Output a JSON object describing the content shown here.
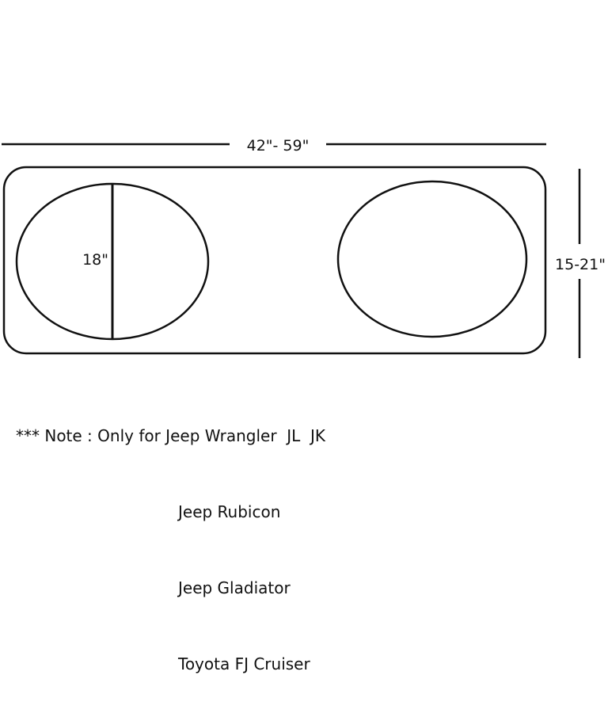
{
  "dimensions": {
    "length_label": "42\"- 59\"",
    "height_label": "15-21\"",
    "hole_label": "18\""
  },
  "note": {
    "prefix": "*** Note : ",
    "vehicles": [
      "Only for Jeep Wrangler  JL  JK",
      "Jeep Rubicon",
      "Jeep Gladiator",
      "Toyota FJ Cruiser"
    ]
  }
}
